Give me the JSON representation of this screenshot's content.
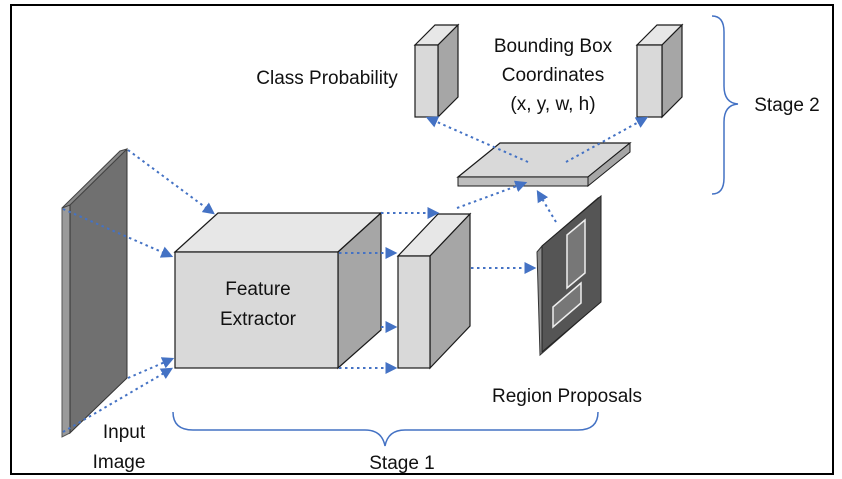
{
  "labels": {
    "input_image_line1": "Input",
    "input_image_line2": "Image",
    "feature_extractor_line1": "Feature",
    "feature_extractor_line2": "Extractor",
    "class_probability": "Class Probability",
    "bbox_line1": "Bounding Box",
    "bbox_line2": "Coordinates",
    "bbox_line3": "(x, y, w, h)",
    "region_proposals": "Region Proposals",
    "stage1": "Stage 1",
    "stage2": "Stage 2"
  },
  "colors": {
    "arrow": "#4472C4",
    "brace": "#4472C4",
    "block_front": "#D9D9D9",
    "block_top": "#E7E7E7",
    "block_side": "#A6A6A6",
    "image_panel": "#6F6F6F",
    "outline": "#1a1a1a"
  }
}
